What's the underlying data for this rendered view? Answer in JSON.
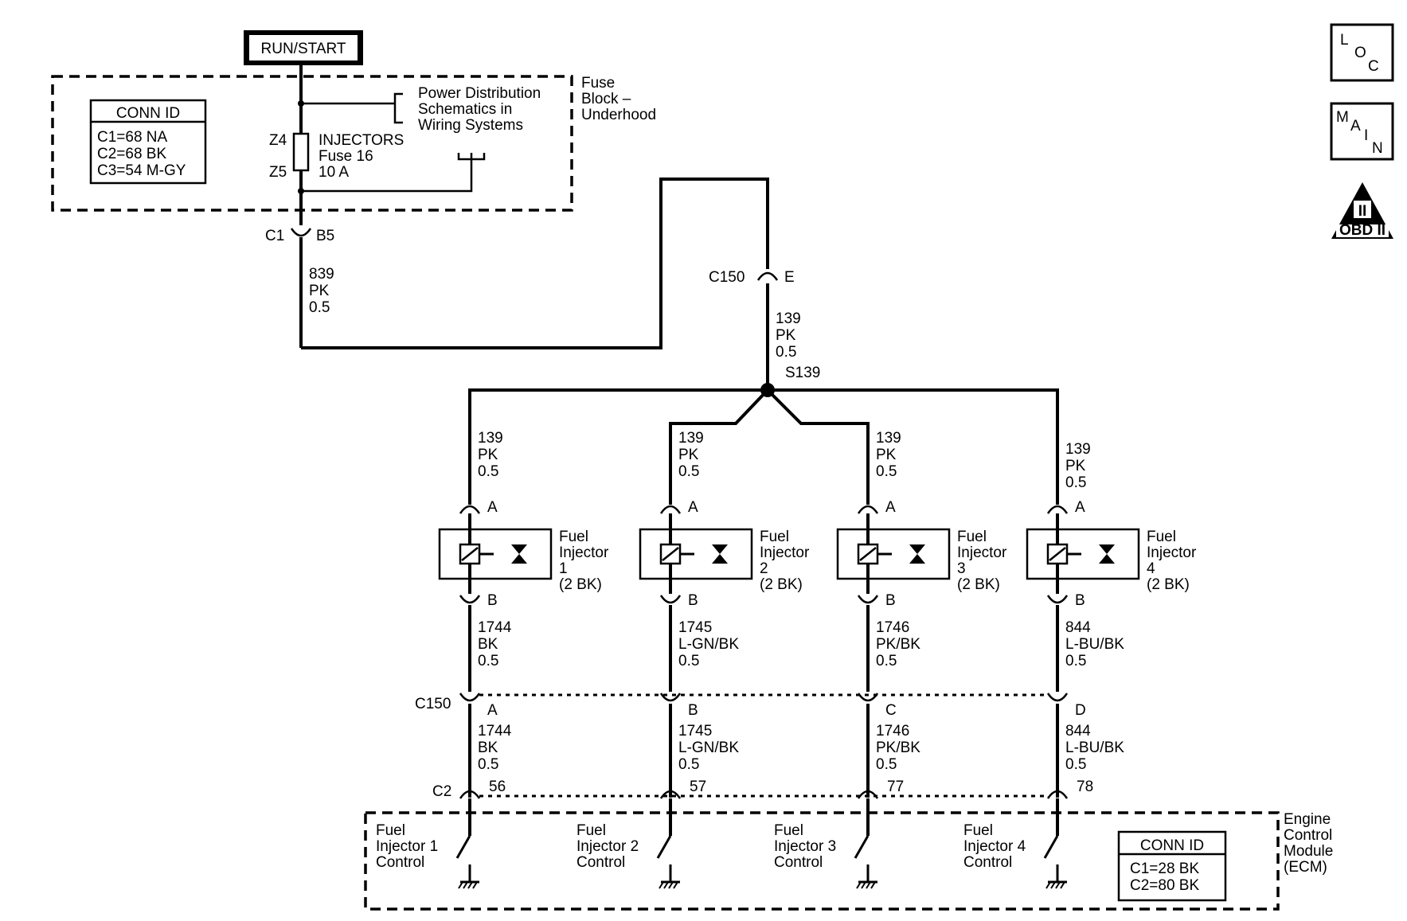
{
  "run_start": "RUN/START",
  "fuse_block": {
    "label": [
      "Fuse",
      "Block –",
      "Underhood"
    ],
    "conn_id": {
      "title": "CONN ID",
      "lines": [
        "C1=68 NA",
        "C2=68 BK",
        "C3=54 M-GY"
      ]
    },
    "fuse_name": "INJECTORS",
    "fuse_number": "Fuse 16",
    "fuse_rating": "10 A",
    "z_top": "Z4",
    "z_bottom": "Z5",
    "power_ref": [
      "Power Distribution",
      "Schematics in",
      "Wiring Systems"
    ]
  },
  "c1_connector": {
    "name": "C1",
    "pin": "B5"
  },
  "wire_839": [
    "839",
    "PK",
    "0.5"
  ],
  "c150_top": {
    "name": "C150",
    "pin": "E"
  },
  "wire_139_main": [
    "139",
    "PK",
    "0.5"
  ],
  "splice": "S139",
  "injectors": [
    {
      "wire_in": [
        "139",
        "PK",
        "0.5"
      ],
      "pin_a": "A",
      "label": [
        "Fuel",
        "Injector",
        "1",
        "(2 BK)"
      ],
      "pin_b": "B",
      "wire_out": [
        "1744",
        "BK",
        "0.5"
      ],
      "c150_pin": "A",
      "wire_low": [
        "1744",
        "BK",
        "0.5"
      ],
      "ecm_pin": "56",
      "ecm_label": [
        "Fuel",
        "Injector 1",
        "Control"
      ]
    },
    {
      "wire_in": [
        "139",
        "PK",
        "0.5"
      ],
      "pin_a": "A",
      "label": [
        "Fuel",
        "Injector",
        "2",
        "(2 BK)"
      ],
      "pin_b": "B",
      "wire_out": [
        "1745",
        "L-GN/BK",
        "0.5"
      ],
      "c150_pin": "B",
      "wire_low": [
        "1745",
        "L-GN/BK",
        "0.5"
      ],
      "ecm_pin": "57",
      "ecm_label": [
        "Fuel",
        "Injector 2",
        "Control"
      ]
    },
    {
      "wire_in": [
        "139",
        "PK",
        "0.5"
      ],
      "pin_a": "A",
      "label": [
        "Fuel",
        "Injector",
        "3",
        "(2 BK)"
      ],
      "pin_b": "B",
      "wire_out": [
        "1746",
        "PK/BK",
        "0.5"
      ],
      "c150_pin": "C",
      "wire_low": [
        "1746",
        "PK/BK",
        "0.5"
      ],
      "ecm_pin": "77",
      "ecm_label": [
        "Fuel",
        "Injector 3",
        "Control"
      ]
    },
    {
      "wire_in": [
        "139",
        "PK",
        "0.5"
      ],
      "pin_a": "A",
      "label": [
        "Fuel",
        "Injector",
        "4",
        "(2 BK)"
      ],
      "pin_b": "B",
      "wire_out": [
        "844",
        "L-BU/BK",
        "0.5"
      ],
      "c150_pin": "D",
      "wire_low": [
        "844",
        "L-BU/BK",
        "0.5"
      ],
      "ecm_pin": "78",
      "ecm_label": [
        "Fuel",
        "Injector 4",
        "Control"
      ]
    }
  ],
  "c150_bottom": "C150",
  "c2_connector": "C2",
  "ecm": {
    "label": [
      "Engine",
      "Control",
      "Module",
      "(ECM)"
    ],
    "conn_id": {
      "title": "CONN ID",
      "lines": [
        "C1=28 BK",
        "C2=80 BK"
      ]
    }
  },
  "icons": {
    "loc": [
      "L",
      "O",
      "C"
    ],
    "main": [
      "M",
      "A",
      "I",
      "N"
    ],
    "obd": {
      "roman": "II",
      "label": "OBD II"
    }
  }
}
